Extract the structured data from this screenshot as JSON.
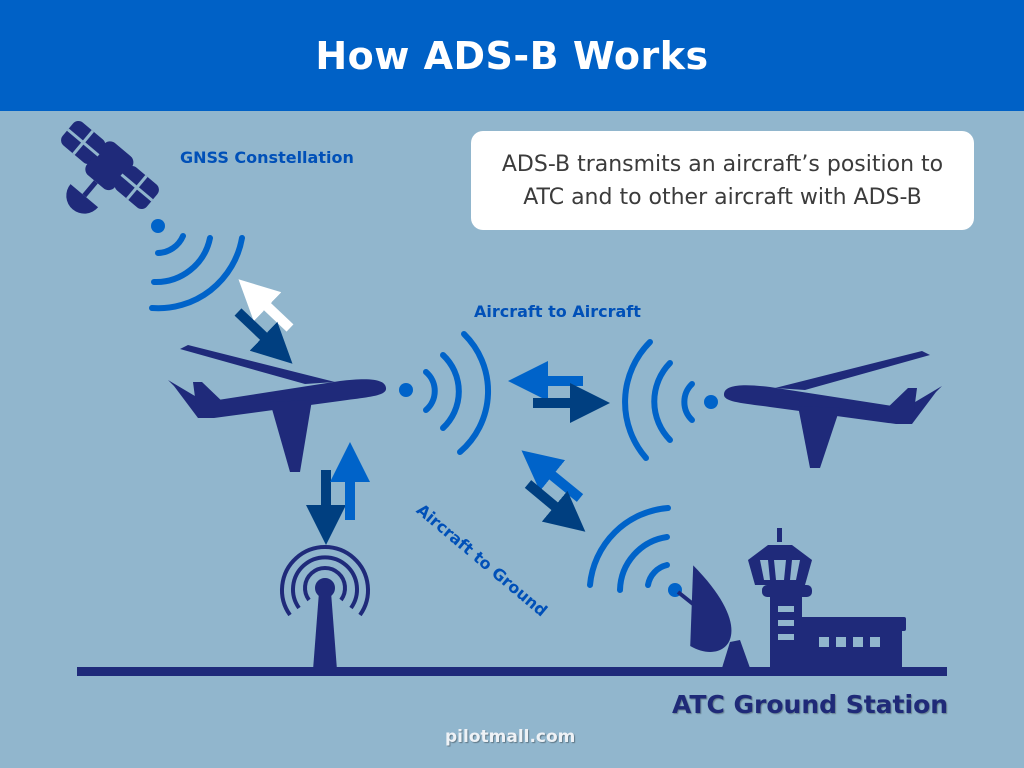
{
  "header": {
    "title": "How ADS-B Works"
  },
  "callout": {
    "text": "ADS-B transmits an aircraft’s position to ATC and to other aircraft with ADS-B"
  },
  "labels": {
    "gnss": "GNSS Constellation",
    "air_to_air": "Aircraft to Aircraft",
    "air_to_ground": "Aircraft to Ground",
    "atc": "ATC Ground Station"
  },
  "footer": {
    "brand": "pilotmall.com"
  },
  "colors": {
    "header": "#0061c6",
    "background": "#91b6cd",
    "navy": "#1f2a7a",
    "signal": "#0063c9",
    "arrow_dark": "#003f80"
  }
}
